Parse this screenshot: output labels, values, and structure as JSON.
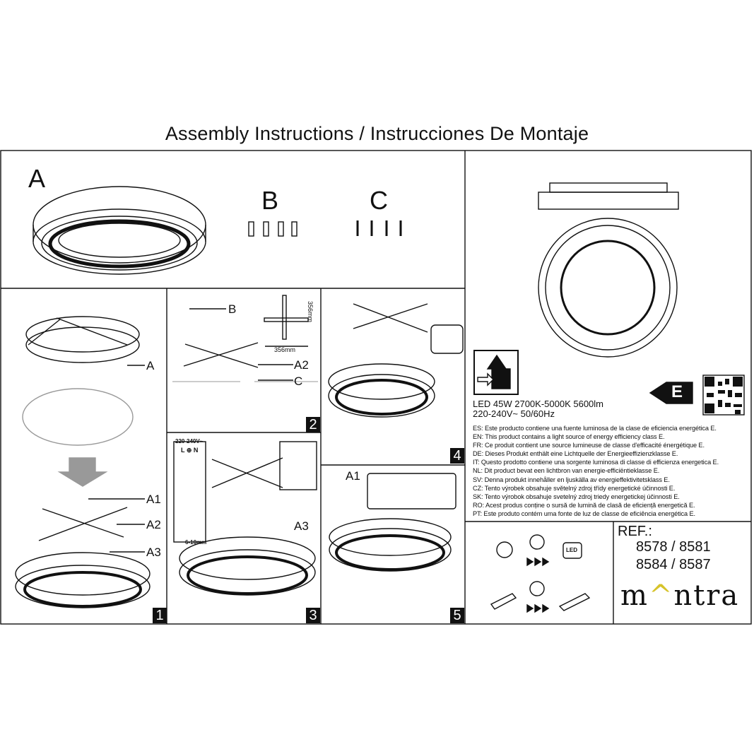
{
  "header": {
    "title": "Assembly Instructions / Instrucciones De Montaje"
  },
  "parts": {
    "a": "A",
    "b": "B",
    "c": "C"
  },
  "steps": {
    "s1": {
      "number": "1",
      "labels": [
        "A",
        "A1",
        "A2",
        "A3"
      ]
    },
    "s2": {
      "number": "2",
      "labels": [
        "B",
        "A2",
        "C"
      ],
      "dim_vertical": "356mm",
      "dim_horizontal": "356mm"
    },
    "s3": {
      "number": "3",
      "voltage": "220-240V~",
      "terminals": "L ⊕ N",
      "strip": "6-10mm",
      "label": "A3"
    },
    "s4": {
      "number": "4"
    },
    "s5": {
      "number": "5",
      "label": "A1"
    }
  },
  "energy": {
    "class": "E",
    "spec_line1": "LED 45W 2700K-5000K 5600lm",
    "spec_line2": "220-240V~ 50/60Hz",
    "lines": [
      "ES: Este producto contiene una fuente luminosa de la clase de eficiencia energética E.",
      "EN: This product contains a light source of energy efficiency class E.",
      "FR: Ce produit contient une source lumineuse de classe d'efficacité énergétique E.",
      "DE: Dieses Produkt enthält eine Lichtquelle der Energieeffizienzklasse E.",
      "IT: Questo prodotto contiene una sorgente luminosa di classe di efficienza energetica E.",
      "NL: Dit product bevat een lichtbron van energie-efficiëntieklasse E.",
      "SV: Denna produkt innehåller en ljuskälla av energieffektivitetsklass E.",
      "CZ: Tento výrobek obsahuje světelný zdroj třídy energetické účinnosti E.",
      "SK: Tento výrobok obsahuje svetelný zdroj triedy energetickej účinnosti E.",
      "RO: Acest produs conține o sursă de lumină de clasă de eficiență energetică E.",
      "PT: Este produto contém uma fonte de luz de classe de eficiência energética E."
    ]
  },
  "reference": {
    "label": "REF.:",
    "line1": "8578 / 8581",
    "line2": "8584 / 8587"
  },
  "icons": {
    "led_label": "LED"
  },
  "brand": {
    "part1": "m",
    "caret": "^",
    "part2": "ntra",
    "accent": "#d6c32a"
  }
}
